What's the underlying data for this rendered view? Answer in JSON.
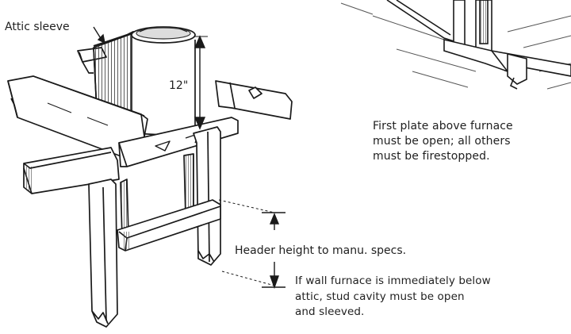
{
  "labels": {
    "attic_sleeve": "Attic sleeve",
    "clearance": "12\"",
    "first_plate": [
      "First plate above furnace",
      "must be open; all others",
      "must be firestopped."
    ],
    "header_height": "Header height to manu. specs.",
    "wall_furnace": [
      "If wall furnace is immediately below",
      "attic, stud cavity must be open",
      "and sleeved."
    ]
  },
  "colors": {
    "ink": "#1a1a1a",
    "hatch": "#3a3a3a",
    "wood": "#ffffff",
    "background": "#ffffff"
  }
}
